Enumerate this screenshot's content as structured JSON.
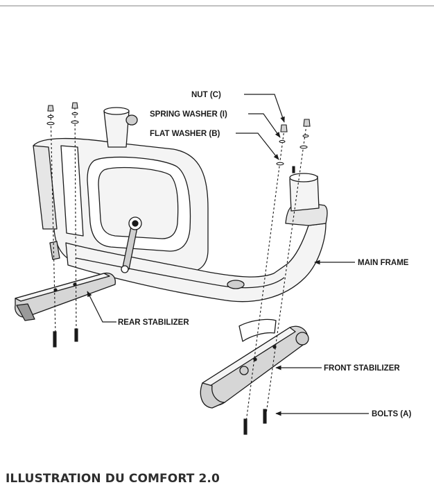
{
  "labels": {
    "nut": "NUT (C)",
    "spring_washer": "SPRING WASHER (I)",
    "flat_washer": "FLAT WASHER (B)",
    "main_frame": "MAIN FRAME",
    "rear_stabilizer": "REAR STABILIZER",
    "front_stabilizer": "FRONT STABILIZER",
    "bolts": "BOLTS (A)"
  },
  "caption": "ILLUSTRATION DU COMFORT 2.0",
  "colors": {
    "line": "#1a1a1a",
    "frame_fill": "#f4f4f4",
    "shadow_fill": "#cfcfcf",
    "rule": "#8a8a8a"
  }
}
